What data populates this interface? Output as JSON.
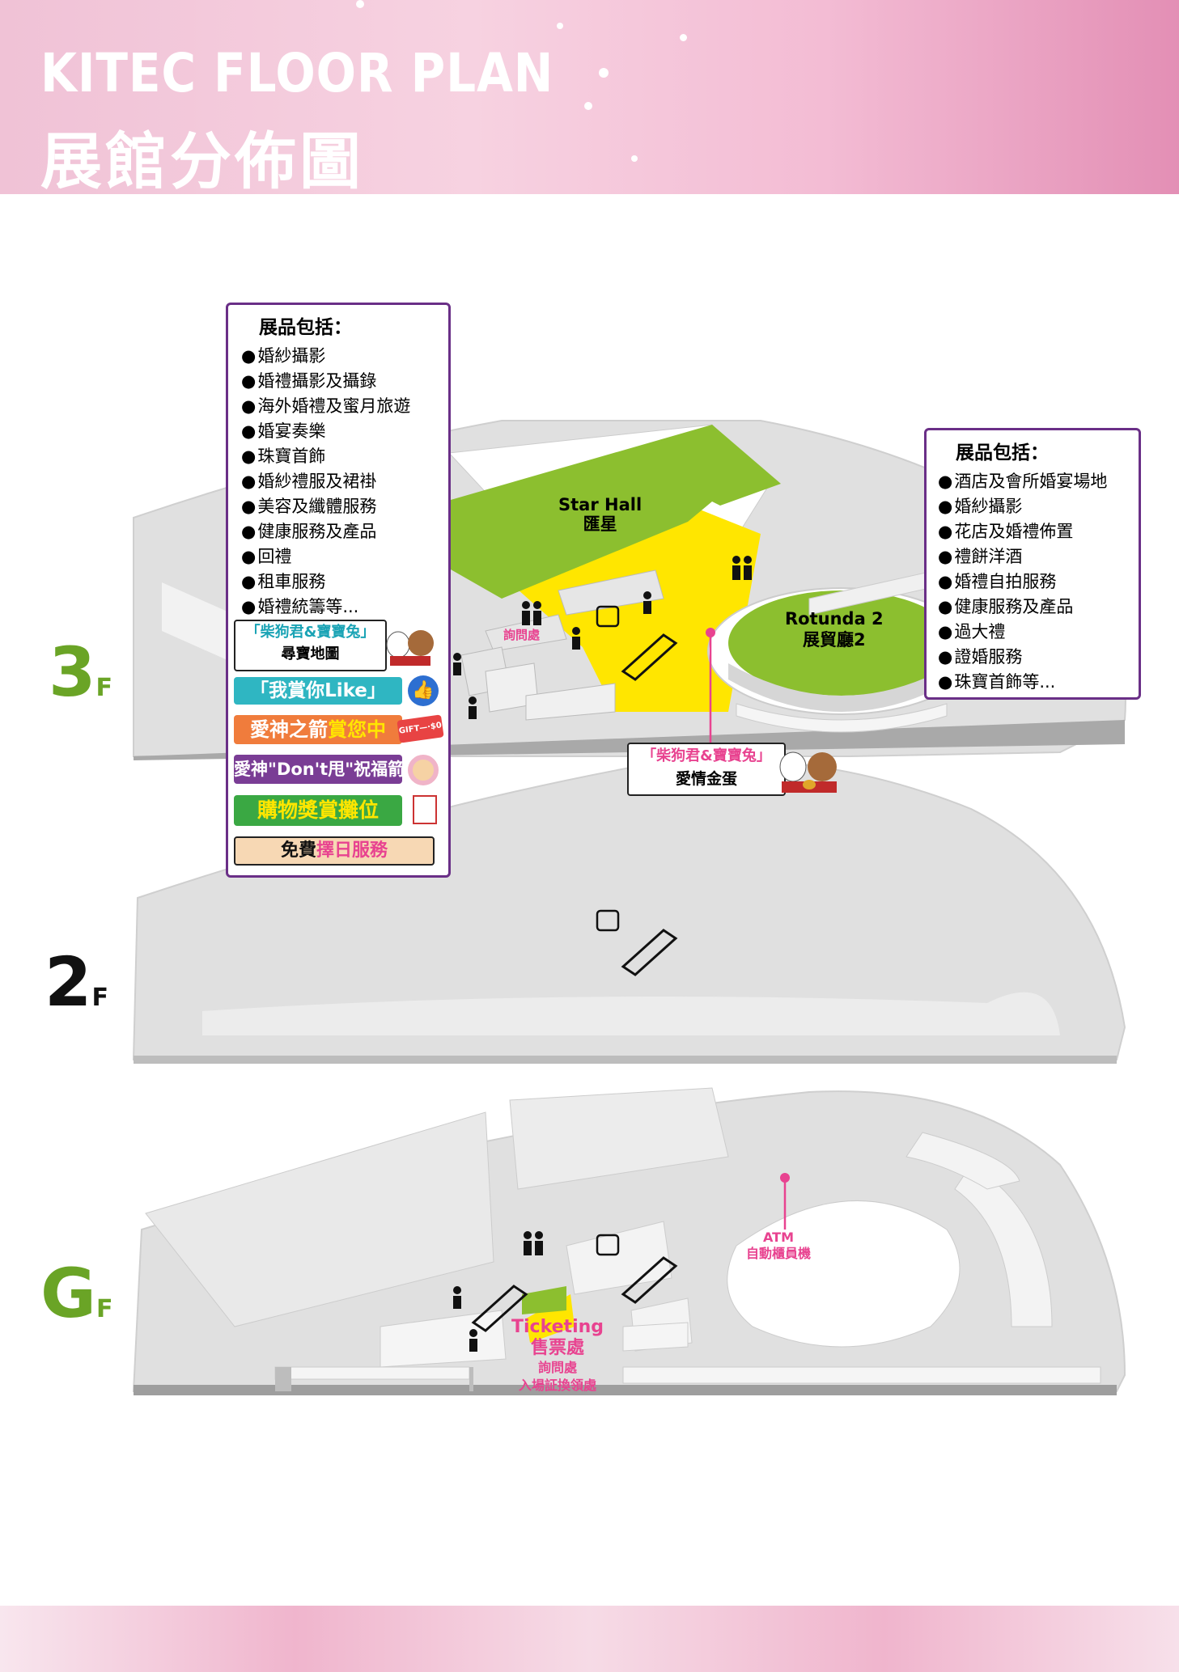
{
  "header": {
    "title_en": "KITEC FLOOR PLAN",
    "title_zh": "展館分佈圖"
  },
  "floors": {
    "f3": {
      "num": "3",
      "suffix": "F",
      "color": "#6aa426"
    },
    "f2": {
      "num": "2",
      "suffix": "F",
      "color": "#111111"
    },
    "gf": {
      "num": "G",
      "suffix": "F",
      "color": "#6aa426"
    }
  },
  "venues": {
    "star_hall_en": "Star Hall",
    "star_hall_zh": "匯星",
    "rotunda_en": "Rotunda 2",
    "rotunda_zh": "展貿廳2",
    "enquiry_3f": "詢問處",
    "ticketing_en": "Ticketing",
    "ticketing_zh": "售票處",
    "enquiry_gf": "詢問處",
    "badge_exchange": "入場証換領處",
    "atm_en": "ATM",
    "atm_zh": "自動櫃員機"
  },
  "left_box": {
    "heading": "展品包括：",
    "items": [
      "婚紗攝影",
      "婚禮攝影及攝錄",
      "海外婚禮及蜜月旅遊",
      "婚宴奏樂",
      "珠寶首飾",
      "婚紗禮服及裙褂",
      "美容及纖體服務",
      "健康服務及產品",
      "回禮",
      "租車服務",
      "婚禮統籌等..."
    ]
  },
  "right_box": {
    "heading": "展品包括：",
    "items": [
      "酒店及會所婚宴場地",
      "婚紗攝影",
      "花店及婚禮佈置",
      "禮餅洋酒",
      "婚禮自拍服務",
      "健康服務及產品",
      "過大禮",
      "證婚服務",
      "珠寶首飾等..."
    ]
  },
  "activities": {
    "treasure_top": "「柴狗君&寶寶兔」",
    "treasure_bottom": "尋寶地圖",
    "like": "「我賞你Like」",
    "cupid_a": "愛神之箭",
    "cupid_b": "賞您中",
    "gift_tag": "GIFT—·$0",
    "dontshuai": "愛神\"Don't甩\"祝福箭",
    "shopping": "購物獎賞攤位",
    "free_a": "免費",
    "free_b": "擇日服務",
    "egg_top": "「柴狗君&寶寶兔」",
    "egg_bottom": "愛情金蛋"
  },
  "colors": {
    "pink": "#e84390",
    "green": "#8cbf2f",
    "yellow": "#ffe600",
    "purple": "#6a2f87",
    "floor_gray": "#d9d9d9"
  }
}
